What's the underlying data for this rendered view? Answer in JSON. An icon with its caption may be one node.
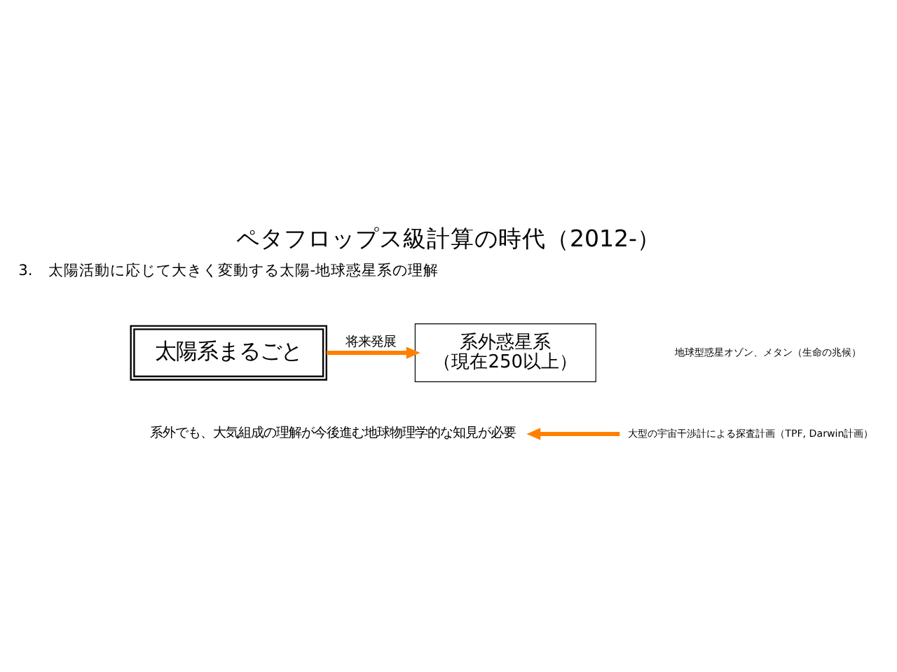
{
  "diagram": {
    "title": "ペタフロップス級計算の時代（2012-）",
    "nodes": [
      {
        "text": [
          "太陽系まるごと"
        ]
      },
      {
        "text": [
          "系外惑星系",
          "（現在250以上）"
        ]
      },
      {
        "text": [
          "系外でも、大気組成の理解が今後進む地球物理学的な知見が必要"
        ]
      },
      {
        "text": [
          "大型の宇宙干渉計による探査計画（TPF, Darwin計画）"
        ]
      }
    ],
    "edges": [
      {
        "from": 0,
        "to": 1,
        "arrow": "to",
        "label": "将来発展"
      },
      {
        "from": 3,
        "to": 2,
        "arrow": "to"
      }
    ],
    "labels": [
      "3.　太陽活動に応じて大きく変動する太陽-地球惑星系の理解",
      "地球型惑星オゾン、メタン（生命の兆候）"
    ]
  }
}
